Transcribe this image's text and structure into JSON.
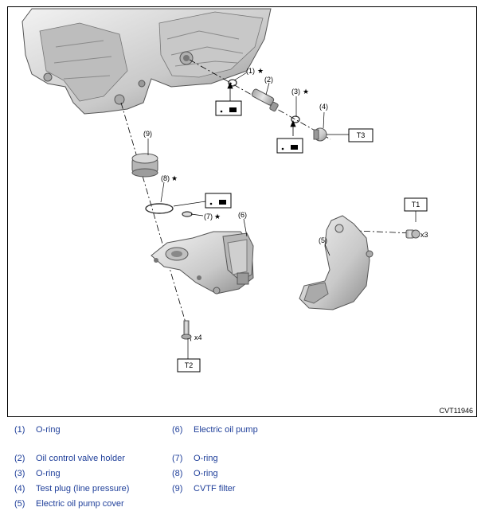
{
  "figure": {
    "figure_id": "CVT11946",
    "callouts": {
      "c1": "(1)",
      "c2": "(2)",
      "c3": "(3)",
      "c4": "(4)",
      "c5": "(5)",
      "c6": "(6)",
      "c7": "(7)",
      "c8": "(8)",
      "c9": "(9)"
    },
    "star": "★",
    "torque_labels": {
      "t1": "T1",
      "t2": "T2",
      "t3": "T3"
    },
    "qty_labels": {
      "x3": "x3",
      "x4": "x4"
    }
  },
  "legend": [
    {
      "num": "(1)",
      "name": "O-ring"
    },
    {
      "num": "(2)",
      "name": "Oil control valve holder"
    },
    {
      "num": "(3)",
      "name": "O-ring"
    },
    {
      "num": "(4)",
      "name": "Test plug (line pressure)"
    },
    {
      "num": "(5)",
      "name": "Electric oil pump cover"
    },
    {
      "num": "(6)",
      "name": "Electric oil pump"
    },
    {
      "num": "(7)",
      "name": "O-ring"
    },
    {
      "num": "(8)",
      "name": "O-ring"
    },
    {
      "num": "(9)",
      "name": "CVTF filter"
    }
  ],
  "colors": {
    "legend_text": "#1f3f9a",
    "line": "#000000",
    "part_fill": "#d8d8d8",
    "part_shade": "#a9a9a9"
  }
}
